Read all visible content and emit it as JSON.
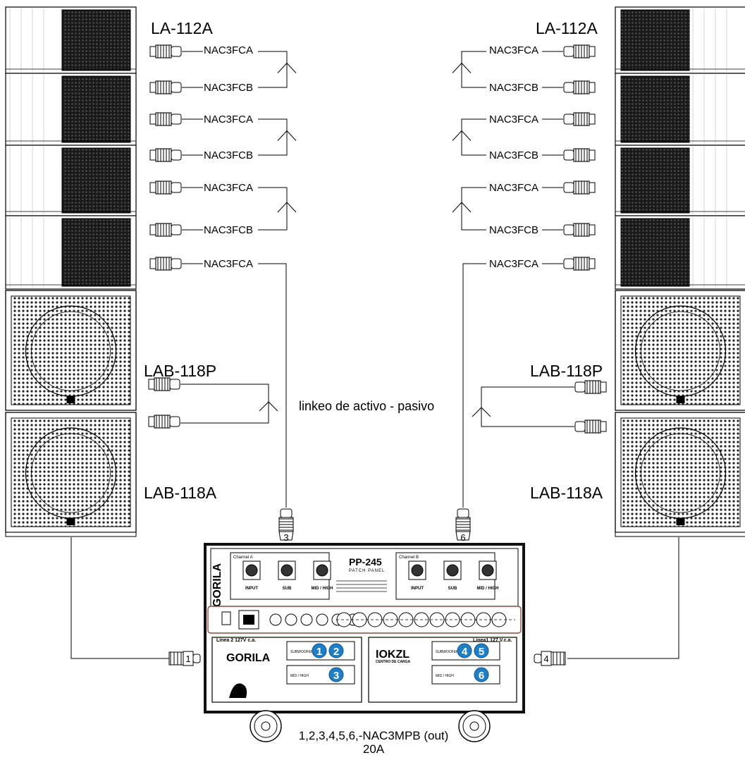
{
  "labels": {
    "la_left": "LA-112A",
    "la_right": "LA-112A",
    "lab118p_left": "LAB-118P",
    "lab118p_right": "LAB-118P",
    "lab118a_left": "LAB-118A",
    "lab118a_right": "LAB-118A",
    "link_note": "linkeo de activo - pasivo",
    "footer_line1": "1,2,3,4,5,6,-NAC3MPB (out)",
    "footer_line2": "20A"
  },
  "connectors_left": [
    "NAC3FCA",
    "NAC3FCB",
    "NAC3FCA",
    "NAC3FCB",
    "NAC3FCA",
    "NAC3FCB",
    "NAC3FCA"
  ],
  "connectors_right": [
    "NAC3FCA",
    "NAC3FCB",
    "NAC3FCA",
    "NAC3FCB",
    "NAC3FCA",
    "NAC3FCB",
    "NAC3FCA"
  ],
  "plug_numbers": {
    "top_left": "3",
    "top_right": "6",
    "bottom_left": "1",
    "bottom_right": "4"
  },
  "panel": {
    "brand": "GORILA",
    "model": "PP-245",
    "subtitle": "PATCH PANEL",
    "channel_a": "Channel A",
    "channel_b": "Channel B",
    "jack_labels": [
      "INPUT",
      "SUB",
      "MID / HIGH",
      "INPUT",
      "SUB",
      "MID / HIGH"
    ],
    "line2": "Linea 2  127V c.a.",
    "line1": "Linea1  127 V.c.a.",
    "load_brand": "IOKZL",
    "load_subtitle": "CENTRO DE CARGA",
    "subwoofer": "SUBWOOFER",
    "midhigh": "MID / HIGH",
    "outputs": [
      "1",
      "2",
      "3",
      "4",
      "5",
      "6"
    ]
  },
  "colors": {
    "line": "#000000",
    "badge": "#1e7fc8",
    "panel_frame": "#111111",
    "bezel": "#8a4a3a"
  }
}
